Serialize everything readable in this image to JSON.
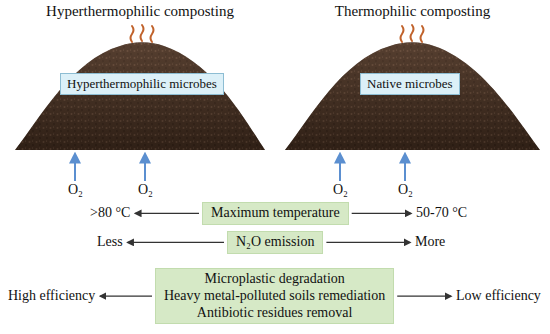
{
  "diagram": {
    "nodes": [
      {
        "text": [
          "Hyperthermophilic composting"
        ]
      },
      {
        "text": [
          "Hyperthermophilic microbes"
        ],
        "in": 0
      },
      {
        "text": [
          "Thermophilic composting"
        ]
      },
      {
        "text": [
          "Native microbes"
        ],
        "in": 2
      },
      {
        "text": [
          "Maximum temperature"
        ]
      },
      {
        "text": [
          "N₂O emission"
        ]
      },
      {
        "text": [
          "Microplastic degradation",
          "Heavy metal-polluted soils remediation",
          "Antibiotic residues removal"
        ]
      }
    ],
    "labels": [
      "O₂",
      "O₂",
      "O₂",
      "O₂",
      ">80 °C",
      "50-70 °C",
      "Less",
      "More",
      "High efficiency",
      "Low efficiency"
    ]
  }
}
